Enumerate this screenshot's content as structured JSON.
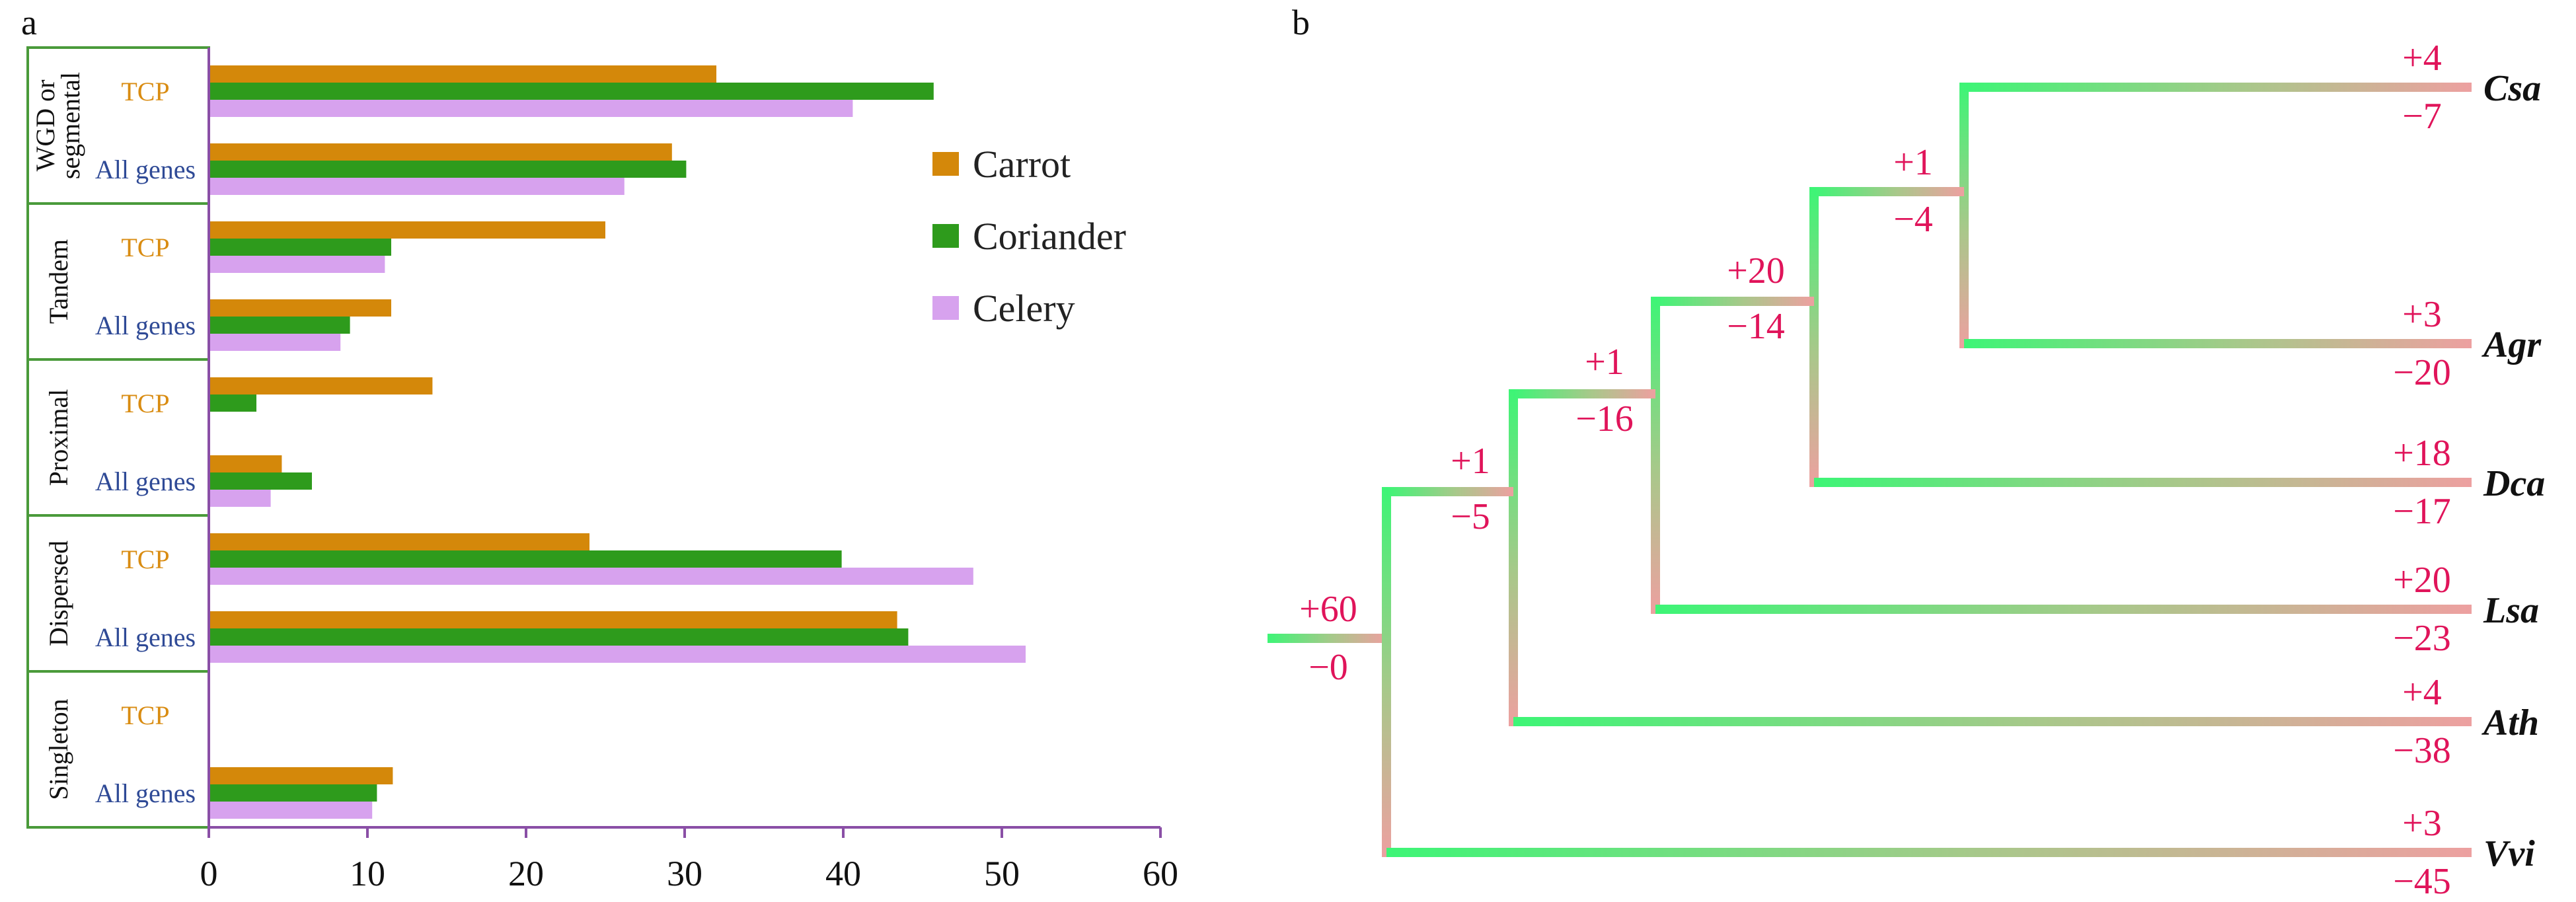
{
  "panels": {
    "a": "a",
    "b": "b"
  },
  "colors": {
    "carrot": "#d4880a",
    "coriander": "#2e9b1c",
    "celery": "#d7a2ee",
    "axis": "#8a4fa6",
    "group_box": "#4a9a3a",
    "tcp_label": "#d98c12",
    "all_label": "#2f4a96",
    "branch_green": "#3df576",
    "branch_pink": "#eda0a0",
    "count_text": "#e0145a"
  },
  "chart_data": [
    {
      "type": "bar",
      "orientation": "horizontal",
      "groups": [
        {
          "label": "WGD or segmental",
          "label_lines": [
            "WGD or",
            "segmental"
          ],
          "rows": [
            "TCP",
            "All genes"
          ]
        },
        {
          "label": "Tandem",
          "label_lines": [
            "Tandem"
          ],
          "rows": [
            "TCP",
            "All genes"
          ]
        },
        {
          "label": "Proximal",
          "label_lines": [
            "Proximal"
          ],
          "rows": [
            "TCP",
            "All genes"
          ]
        },
        {
          "label": "Dispersed",
          "label_lines": [
            "Dispersed"
          ],
          "rows": [
            "TCP",
            "All genes"
          ]
        },
        {
          "label": "Singleton",
          "label_lines": [
            "Singleton"
          ],
          "rows": [
            "TCP",
            "All genes"
          ]
        }
      ],
      "series": [
        {
          "name": "Carrot",
          "values": [
            32.0,
            29.2,
            25.0,
            11.5,
            14.1,
            4.6,
            24.0,
            43.4,
            0,
            11.6
          ]
        },
        {
          "name": "Coriander",
          "values": [
            45.7,
            30.1,
            11.5,
            8.9,
            3.0,
            6.5,
            39.9,
            44.1,
            0,
            10.6
          ]
        },
        {
          "name": "Celery",
          "values": [
            40.6,
            26.2,
            11.1,
            8.3,
            0,
            3.9,
            48.2,
            51.5,
            0,
            10.3
          ]
        }
      ],
      "xlim": [
        0,
        60
      ],
      "xticks": [
        "0",
        "10",
        "20",
        "30",
        "40",
        "50",
        "60"
      ],
      "legend_position": "right"
    },
    {
      "type": "tree",
      "root": {
        "gain": "+60",
        "loss": "−0"
      },
      "internal_nodes": [
        {
          "gain": "+1",
          "loss": "−5"
        },
        {
          "gain": "+1",
          "loss": "−16"
        },
        {
          "gain": "+20",
          "loss": "−14"
        },
        {
          "gain": "+1",
          "loss": "−4"
        }
      ],
      "leaves": [
        {
          "name": "Csa",
          "gain": "+4",
          "loss": "−7"
        },
        {
          "name": "Agr",
          "gain": "+3",
          "loss": "−20"
        },
        {
          "name": "Dca",
          "gain": "+18",
          "loss": "−17"
        },
        {
          "name": "Lsa",
          "gain": "+20",
          "loss": "−23"
        },
        {
          "name": "Ath",
          "gain": "+4",
          "loss": "−38"
        },
        {
          "name": "Vvi",
          "gain": "+3",
          "loss": "−45"
        }
      ]
    }
  ]
}
